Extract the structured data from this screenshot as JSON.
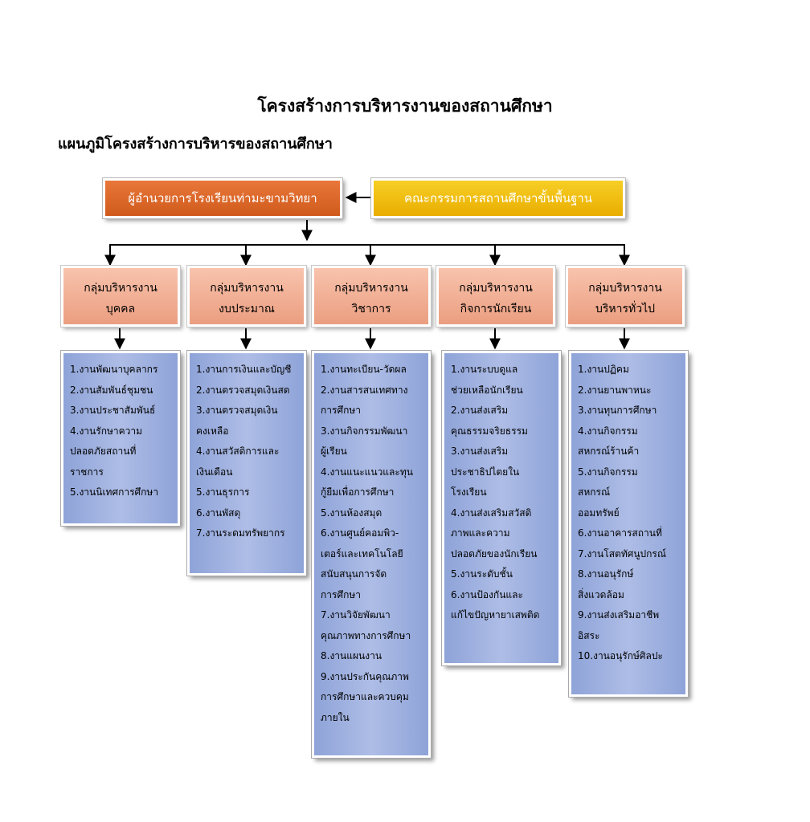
{
  "heading": "โครงสร้างการบริหารงานของสถานศึกษา",
  "subheading": "แผนภูมิโครงสร้างการบริหารของสถานศึกษา",
  "director": "ผู้อำนวยการโรงเรียนท่ามะขามวิทยา",
  "board": "คณะกรรมการสถานศึกษาขั้นพื้นฐาน",
  "groups": [
    {
      "title_lines": [
        "กลุ่มบริหารงาน",
        "บุคคล"
      ],
      "task_lines": [
        "1.งานพัฒนาบุคลากร",
        "2.งานสัมพันธ์ชุมชน",
        "3.งานประชาสัมพันธ์",
        "4.งานรักษาความ",
        "ปลอดภัยสถานที่",
        "ราชการ",
        "5.งานนิเทศการศึกษา"
      ]
    },
    {
      "title_lines": [
        "กลุ่มบริหารงาน",
        "งบประมาณ"
      ],
      "task_lines": [
        "1.งานการเงินและบัญชี",
        "2.งานตรวจสมุดเงินสด",
        "3.งานตรวจสมุดเงิน",
        "คงเหลือ",
        "4.งานสวัสดิการและ",
        "เงินเดือน",
        "5.งานธุรการ",
        "6.งานพัสดุ",
        "7.งานระดมทรัพยากร"
      ]
    },
    {
      "title_lines": [
        "กลุ่มบริหารงาน",
        "วิชาการ"
      ],
      "task_lines": [
        "1.งานทะเบียน-วัดผล",
        "2.งานสารสนเทศทาง",
        "การศึกษา",
        "3.งานกิจกรรมพัฒนา",
        "ผู้เรียน",
        "4.งานแนะแนวและทุน",
        "กู้ยืมเพื่อการศึกษา",
        "5.งานห้องสมุด",
        "6.งานศูนย์คอมพิว-",
        "เตอร์และเทคโนโลยี",
        "สนับสนุนการจัด",
        "การศึกษา",
        "7.งานวิจัยพัฒนา",
        "คุณภาพทางการศึกษา",
        "8.งานแผนงาน",
        "9.งานประกันคุณภาพ",
        "การศึกษาและควบคุม",
        "ภายใน"
      ]
    },
    {
      "title_lines": [
        "กลุ่มบริหารงาน",
        "กิจการนักเรียน"
      ],
      "task_lines": [
        "1.งานระบบดูแล",
        "ช่วยเหลือนักเรียน",
        "2.งานส่งเสริม",
        "คุณธรรมจริยธรรม",
        "3.งานส่งเสริม",
        "ประชาธิปไตยใน",
        "โรงเรียน",
        "4.งานส่งเสริมสวัสดิ",
        "ภาพและความ",
        "ปลอดภัยของนักเรียน",
        "5.งานระดับชั้น",
        "6.งานป้องกันและ",
        "แก้ไขปัญหายาเสพติด"
      ]
    },
    {
      "title_lines": [
        "กลุ่มบริหารงาน",
        "บริหารทั่วไป"
      ],
      "task_lines": [
        "1.งานปฏิคม",
        "2.งานยานพาหนะ",
        "3.งานทุนการศึกษา",
        "4.งานกิจกรรม",
        "สหกรณ์ร้านค้า",
        "5.งานกิจกรรม",
        "สหกรณ์",
        "ออมทรัพย์",
        "6.งานอาคารสถานที่",
        "7.งานโสตทัศนูปกรณ์",
        "8.งานอนุรักษ์",
        "สิ่งแวดล้อม",
        "9.งานส่งเสริมอาชีพ",
        "อิสระ",
        "10.งานอนุรักษ์ศิลปะ"
      ]
    }
  ]
}
